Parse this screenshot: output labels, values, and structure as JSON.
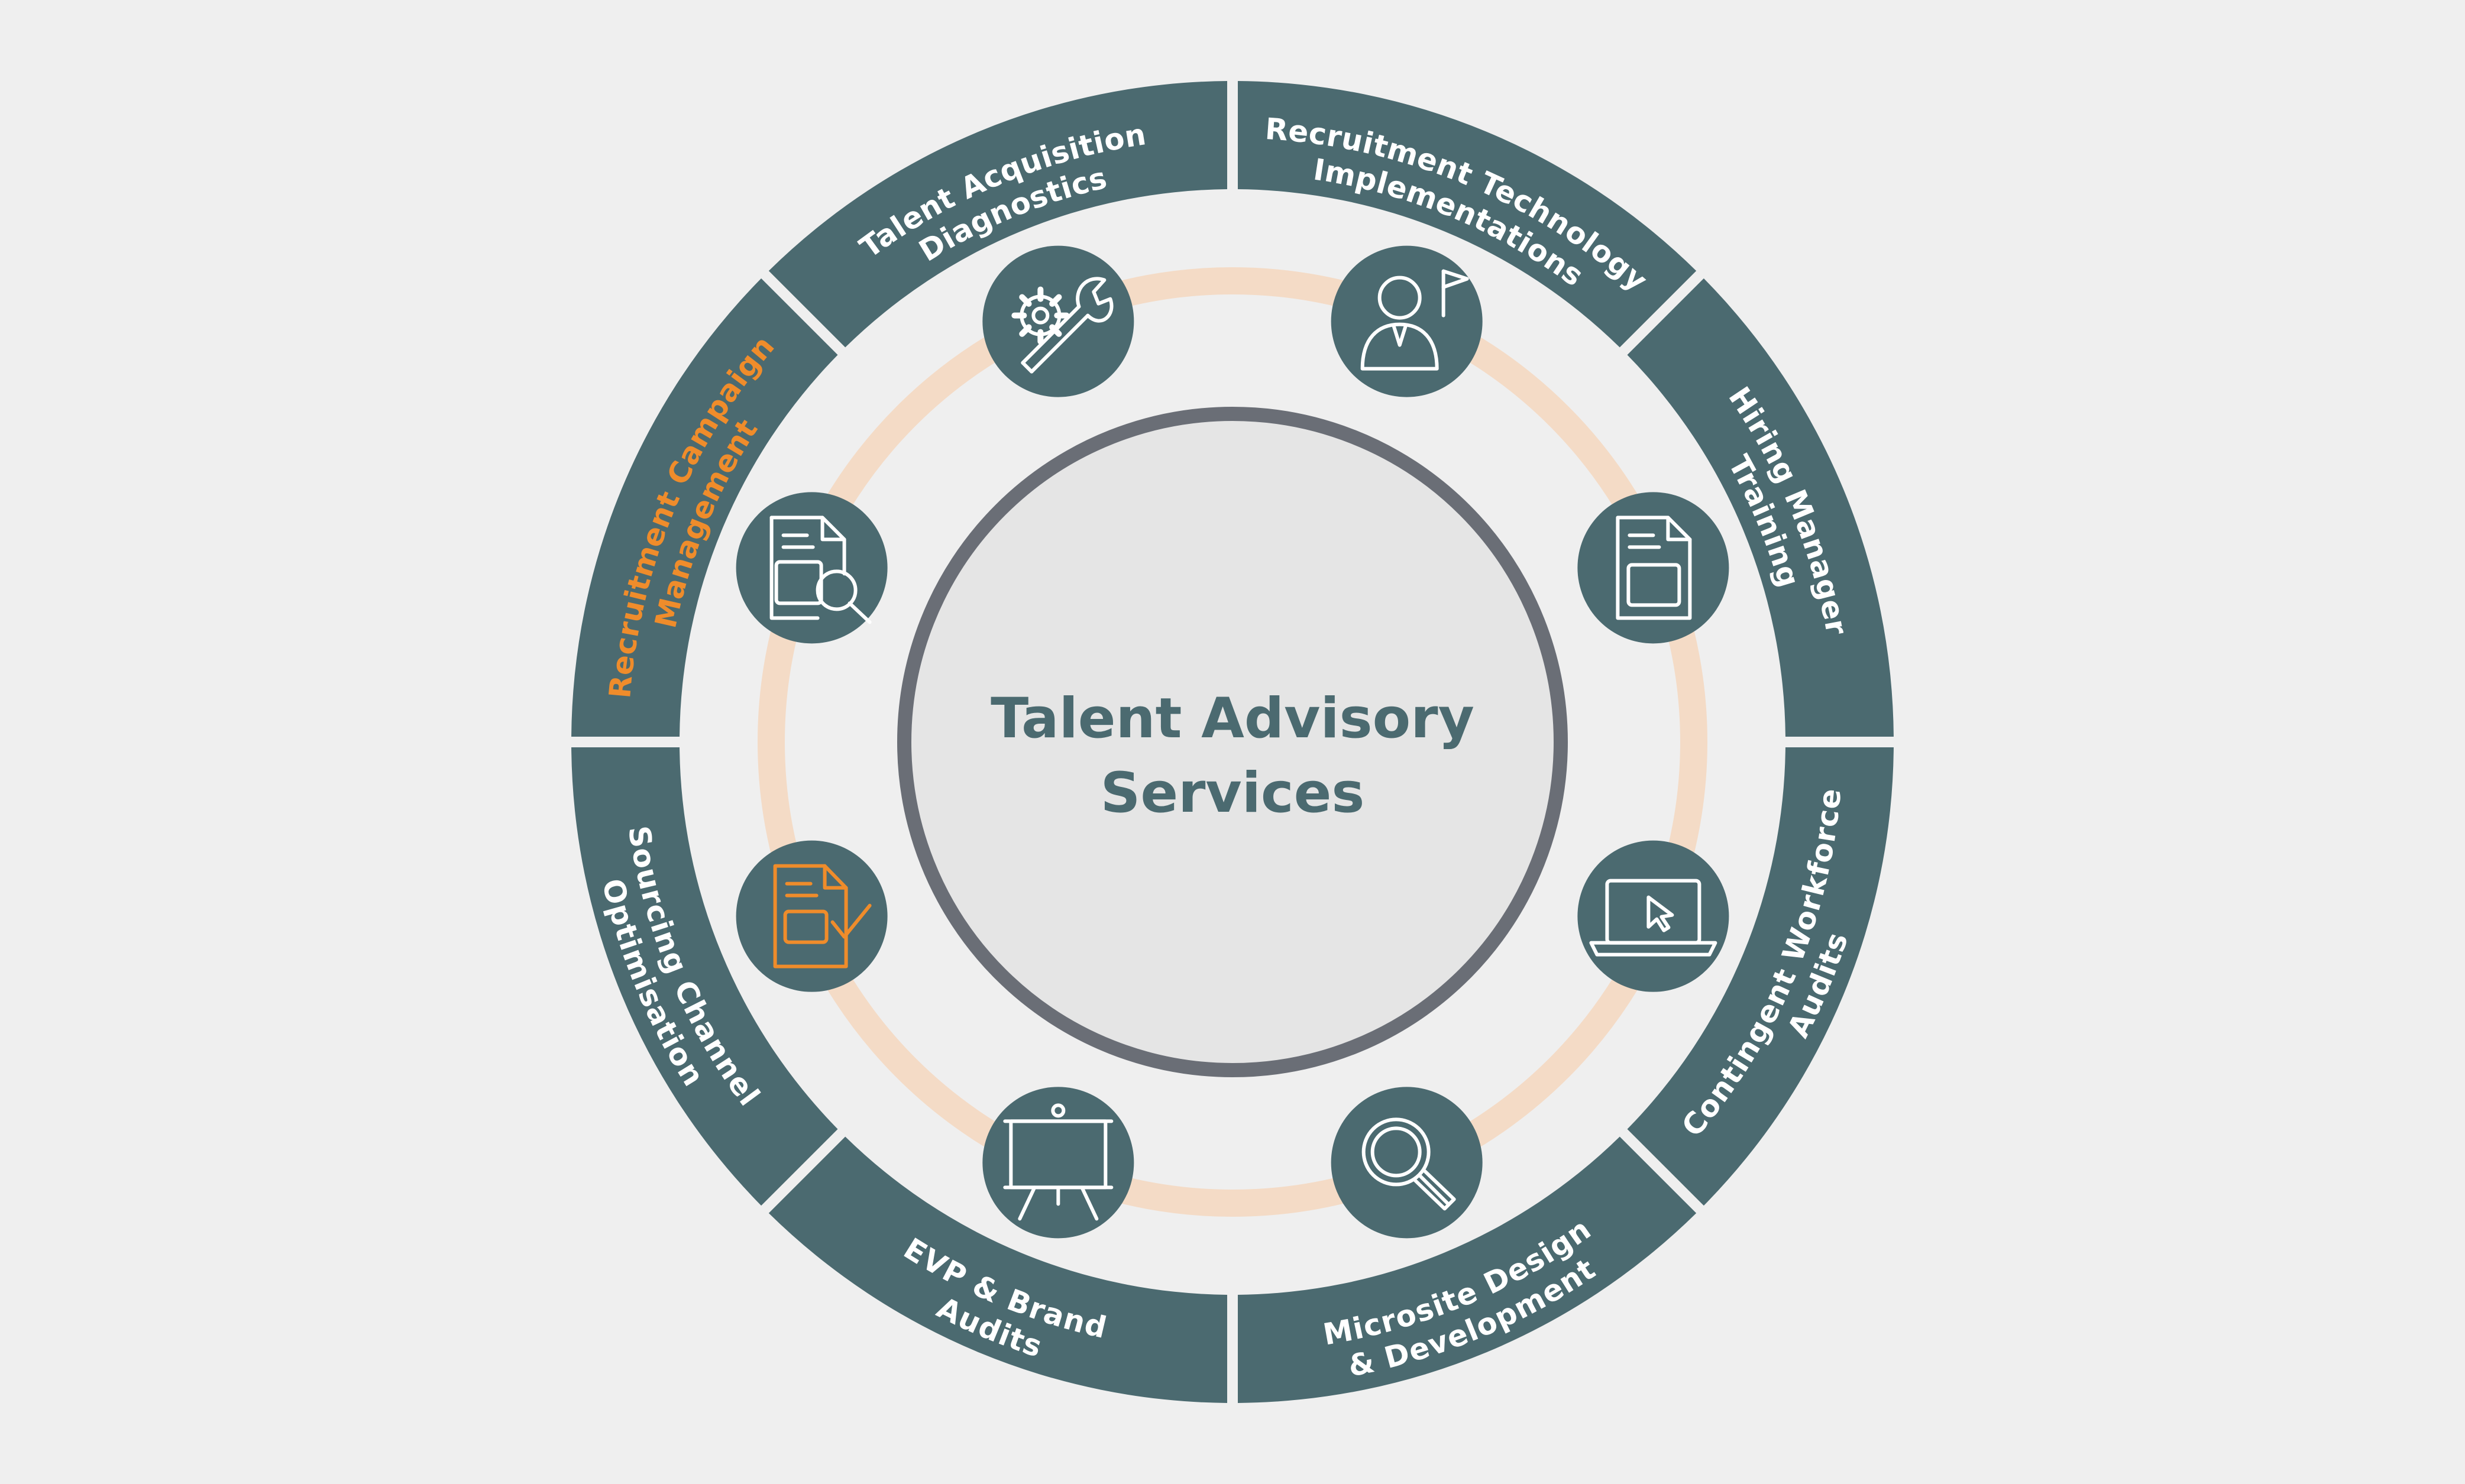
{
  "title_line1": "Talent Advisory",
  "title_line2": "Services",
  "colors": {
    "background": "#efefef",
    "segment": "#4b6a70",
    "ring": "#f4dbc6",
    "center_fill": "#e5e5e5",
    "center_border": "#6a6e76",
    "center_text": "#4b6a70",
    "label": "#ffffff",
    "highlight": "#ef8c2b",
    "icon_stroke": "#ffffff"
  },
  "segments": [
    {
      "lines": [
        "Recruitment Technology",
        "Implementations"
      ],
      "highlight": false
    },
    {
      "lines": [
        "Hiring Manager",
        "Training"
      ],
      "highlight": false
    },
    {
      "lines": [
        "Contingent Workforce",
        "Audits"
      ],
      "highlight": false
    },
    {
      "lines": [
        "Microsite Design",
        "& Development"
      ],
      "highlight": false
    },
    {
      "lines": [
        "EVP & Brand",
        "Audits"
      ],
      "highlight": false
    },
    {
      "lines": [
        "Sourcing Channel",
        "Optimisation"
      ],
      "highlight": false
    },
    {
      "lines": [
        "Recruitment Campaign",
        "Management"
      ],
      "highlight": true
    },
    {
      "lines": [
        "Talent Acquisition",
        "Diagnostics"
      ],
      "highlight": false
    }
  ],
  "icons": [
    {
      "name": "gear-wrench-icon",
      "highlight": false
    },
    {
      "name": "manager-flag-icon",
      "highlight": false
    },
    {
      "name": "document-icon",
      "highlight": false
    },
    {
      "name": "laptop-cursor-icon",
      "highlight": false
    },
    {
      "name": "magnifier-icon",
      "highlight": false
    },
    {
      "name": "presentation-board-icon",
      "highlight": false
    },
    {
      "name": "document-check-icon",
      "highlight": true
    },
    {
      "name": "document-search-icon",
      "highlight": false
    }
  ]
}
